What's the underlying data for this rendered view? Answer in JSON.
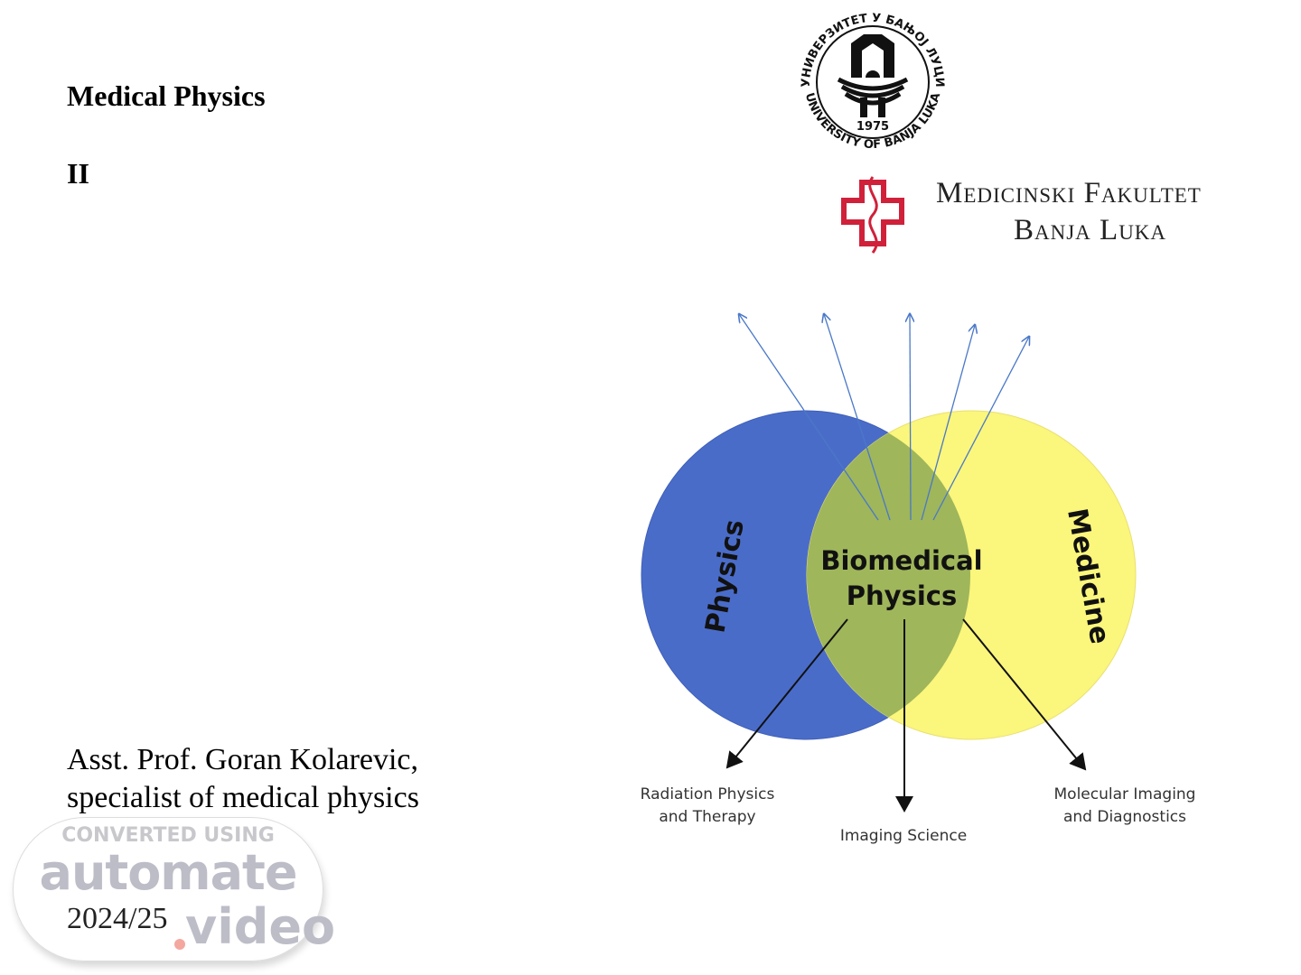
{
  "slide": {
    "title": "Medical Physics",
    "subtitle": "II",
    "author_line1": "Asst. Prof. Goran Kolarevic,",
    "author_line2": "specialist of medical physics",
    "year": "2024/25"
  },
  "logos": {
    "university_seal": {
      "top_text": "УНИВЕРЗИТЕТ У БАЊОЈ ЛУЦИ",
      "bottom_text": "UNIVERSITY OF BANJA LUKA",
      "year": "1975"
    },
    "faculty": {
      "line1": "Medicinski Fakultet",
      "line2": "Banja Luka",
      "color": "#d0213a"
    }
  },
  "diagram": {
    "left_circle": "Physics",
    "right_circle": "Medicine",
    "center_line1": "Biomedical",
    "center_line2": "Physics",
    "outputs": [
      {
        "line1": "Radiation Physics",
        "line2": "and Therapy"
      },
      {
        "line1": "Imaging Science",
        "line2": ""
      },
      {
        "line1": "Molecular Imaging",
        "line2": "and Diagnostics"
      }
    ],
    "colors": {
      "physics": "#4a6cc9",
      "medicine": "#fbf67c",
      "overlap": "#9fb65a",
      "arrows_up": "#4a78c8"
    }
  },
  "watermark": {
    "line1": "CONVERTED USING",
    "line2": "automate",
    "line3": "video"
  }
}
